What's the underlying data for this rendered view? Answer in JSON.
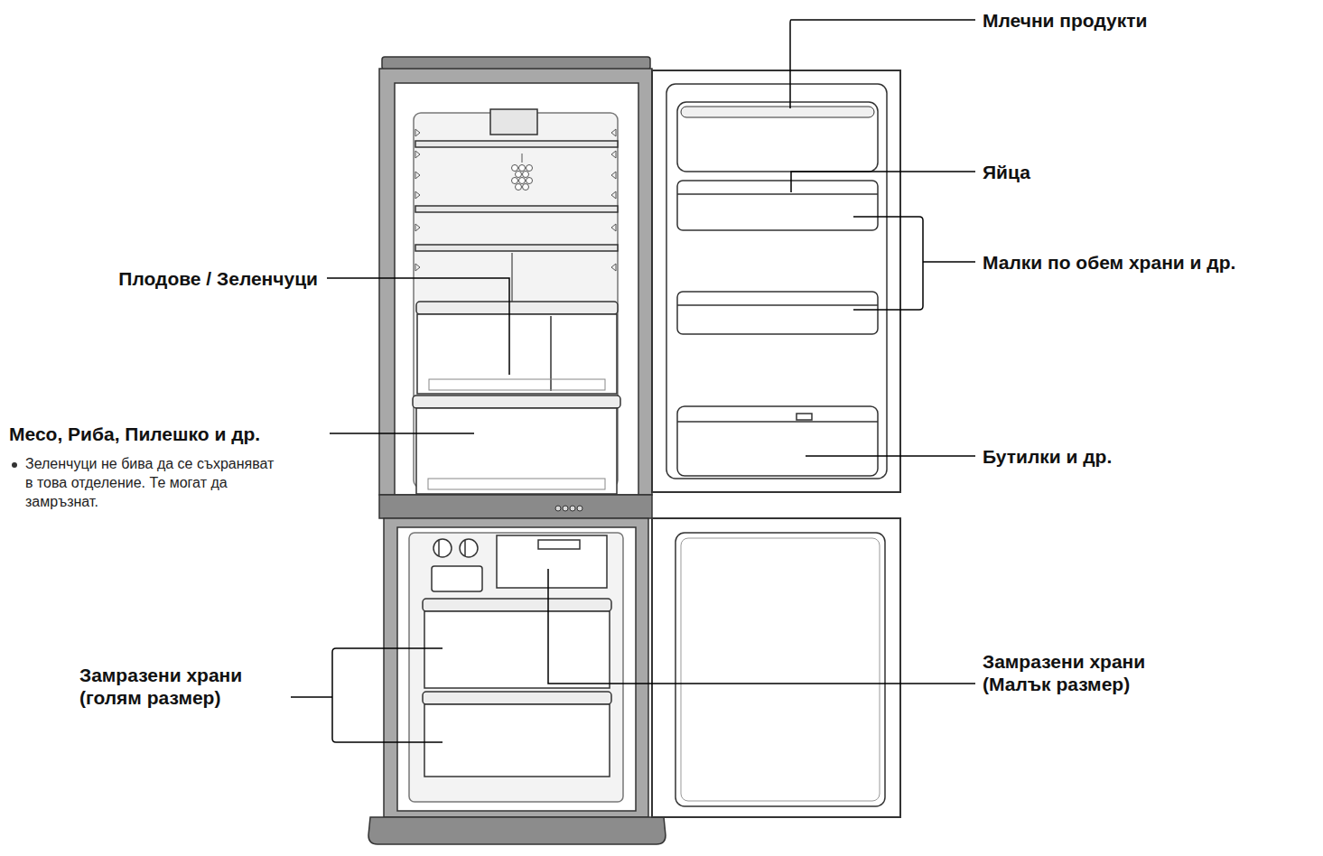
{
  "diagram": {
    "labels": [
      "Млечни продукти",
      "Яйца",
      "Плодове / Зеленчуци",
      "Малки по обем храни и др.",
      "Месо, Риба, Пилешко и др.",
      "Зеленчуци не бива да се съхраняват в това отделение. Те могат да замръзнат.",
      "Бутилки и др.",
      "Замразени храни (Малък размер)",
      "Замразени храни (голям размер)"
    ]
  }
}
